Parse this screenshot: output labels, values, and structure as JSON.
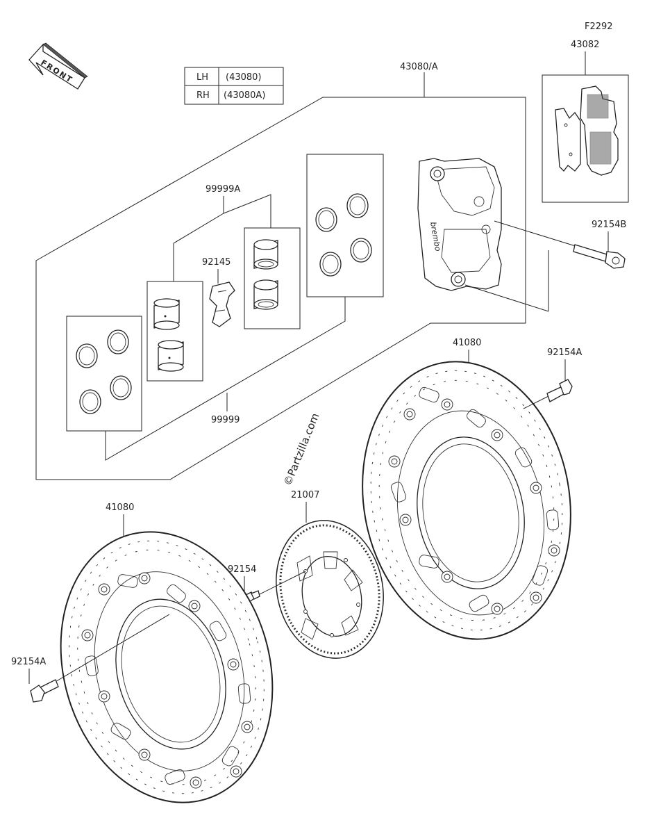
{
  "figure_code": "F2292",
  "front_label": "FRONT",
  "legend": [
    {
      "side": "LH",
      "code": "(43080)"
    },
    {
      "side": "RH",
      "code": "(43080A)"
    }
  ],
  "watermark": "©Partzilla.com",
  "parts": {
    "caliper": "43080/A",
    "pads": "43082",
    "caliper_bolt": "92154B",
    "piston_kit": "99999A",
    "pad_spring": "92145",
    "seal_kit": "99999",
    "disc_right": "41080",
    "disc_right_bolt": "92154A",
    "disc_left": "41080",
    "disc_left_bolt": "92154A",
    "sensor_rotor": "21007",
    "sensor_rotor_screw": "92154"
  }
}
